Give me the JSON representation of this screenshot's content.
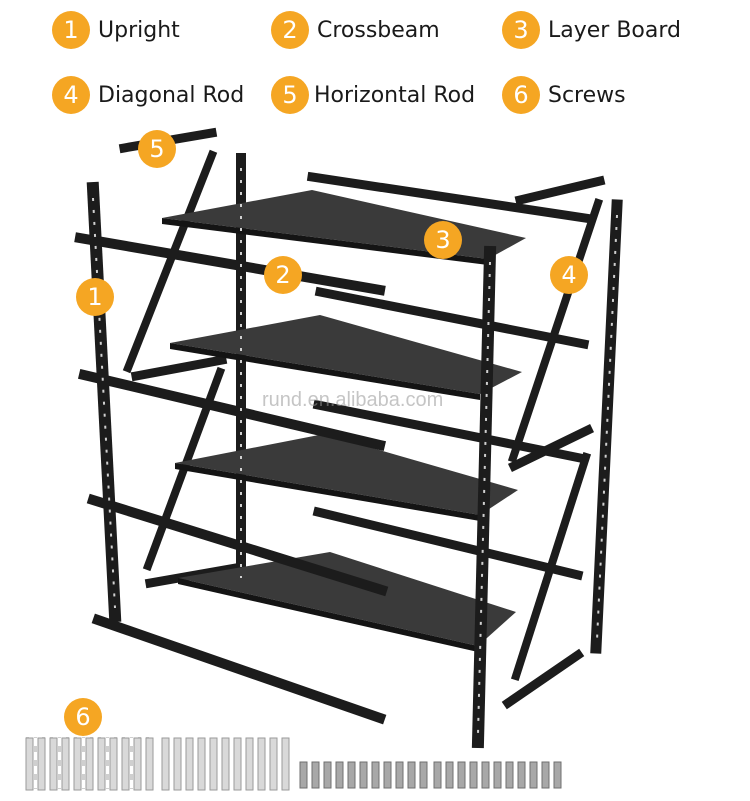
{
  "legend": [
    {
      "num": "1",
      "label": "Upright"
    },
    {
      "num": "2",
      "label": "Crossbeam"
    },
    {
      "num": "3",
      "label": "Layer Board"
    },
    {
      "num": "4",
      "label": "Diagonal Rod"
    },
    {
      "num": "5",
      "label": "Horizontal Rod"
    },
    {
      "num": "6",
      "label": "Screws"
    }
  ],
  "callouts": {
    "upright": "1",
    "crossbeam": "2",
    "layer_board": "3",
    "diagonal_rod": "4",
    "horizontal_rod": "5",
    "screws": "6"
  },
  "watermark": "rund.en.alibaba.com",
  "colors": {
    "badge": "#F5A623",
    "metal": "#1c1c1c",
    "board_top": "#3a3a3a",
    "board_front": "#141414",
    "screw_long": "#d9d9d9",
    "screw_short": "#a8a8a8"
  }
}
